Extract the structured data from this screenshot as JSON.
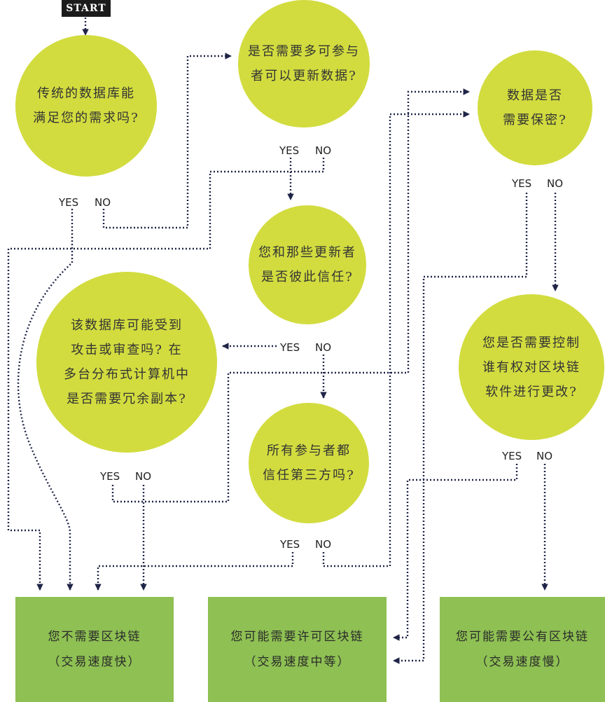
{
  "start": "START",
  "questions": {
    "q1": "传统的数据库能\n满足您的需求吗?",
    "q2": "是否需要多可参与\n者可以更新数据?",
    "q3": "数据是否\n需要保密?",
    "q4": "您和那些更新者\n是否彼此信任?",
    "q5": "该数据库可能受到\n攻击或审查吗? 在\n多台分布式计算机中\n是否需要冗余副本?",
    "q6": "您是否需要控制\n谁有权对区块链\n软件进行更改?",
    "q7": "所有参与者都\n信任第三方吗?"
  },
  "answers": {
    "yes": "YES",
    "no": "NO"
  },
  "outcomes": {
    "none": {
      "title": "您不需要区块链",
      "speed": "（交易速度快）"
    },
    "permissioned": {
      "title": "您可能需要许可区块链",
      "speed": "（交易速度中等）"
    },
    "public": {
      "title": "您可能需要公有区块链",
      "speed": "（交易速度慢）"
    }
  },
  "colors": {
    "bubble": "#d2dc3f",
    "outcome": "#8ec053",
    "line": "#1f2447",
    "start": "#1b1b1b"
  }
}
